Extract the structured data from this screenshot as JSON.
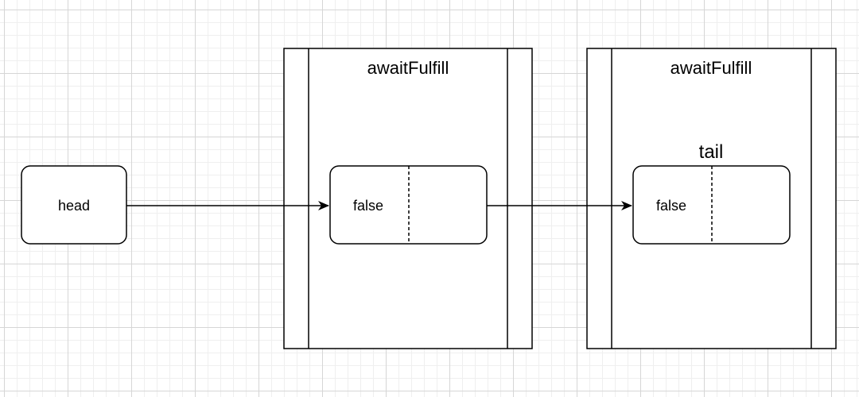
{
  "head": {
    "label": "head"
  },
  "containers": [
    {
      "title": "awaitFulfill",
      "node": {
        "label": "false",
        "caption": ""
      }
    },
    {
      "title": "awaitFulfill",
      "node": {
        "label": "false",
        "caption": "tail"
      }
    }
  ]
}
